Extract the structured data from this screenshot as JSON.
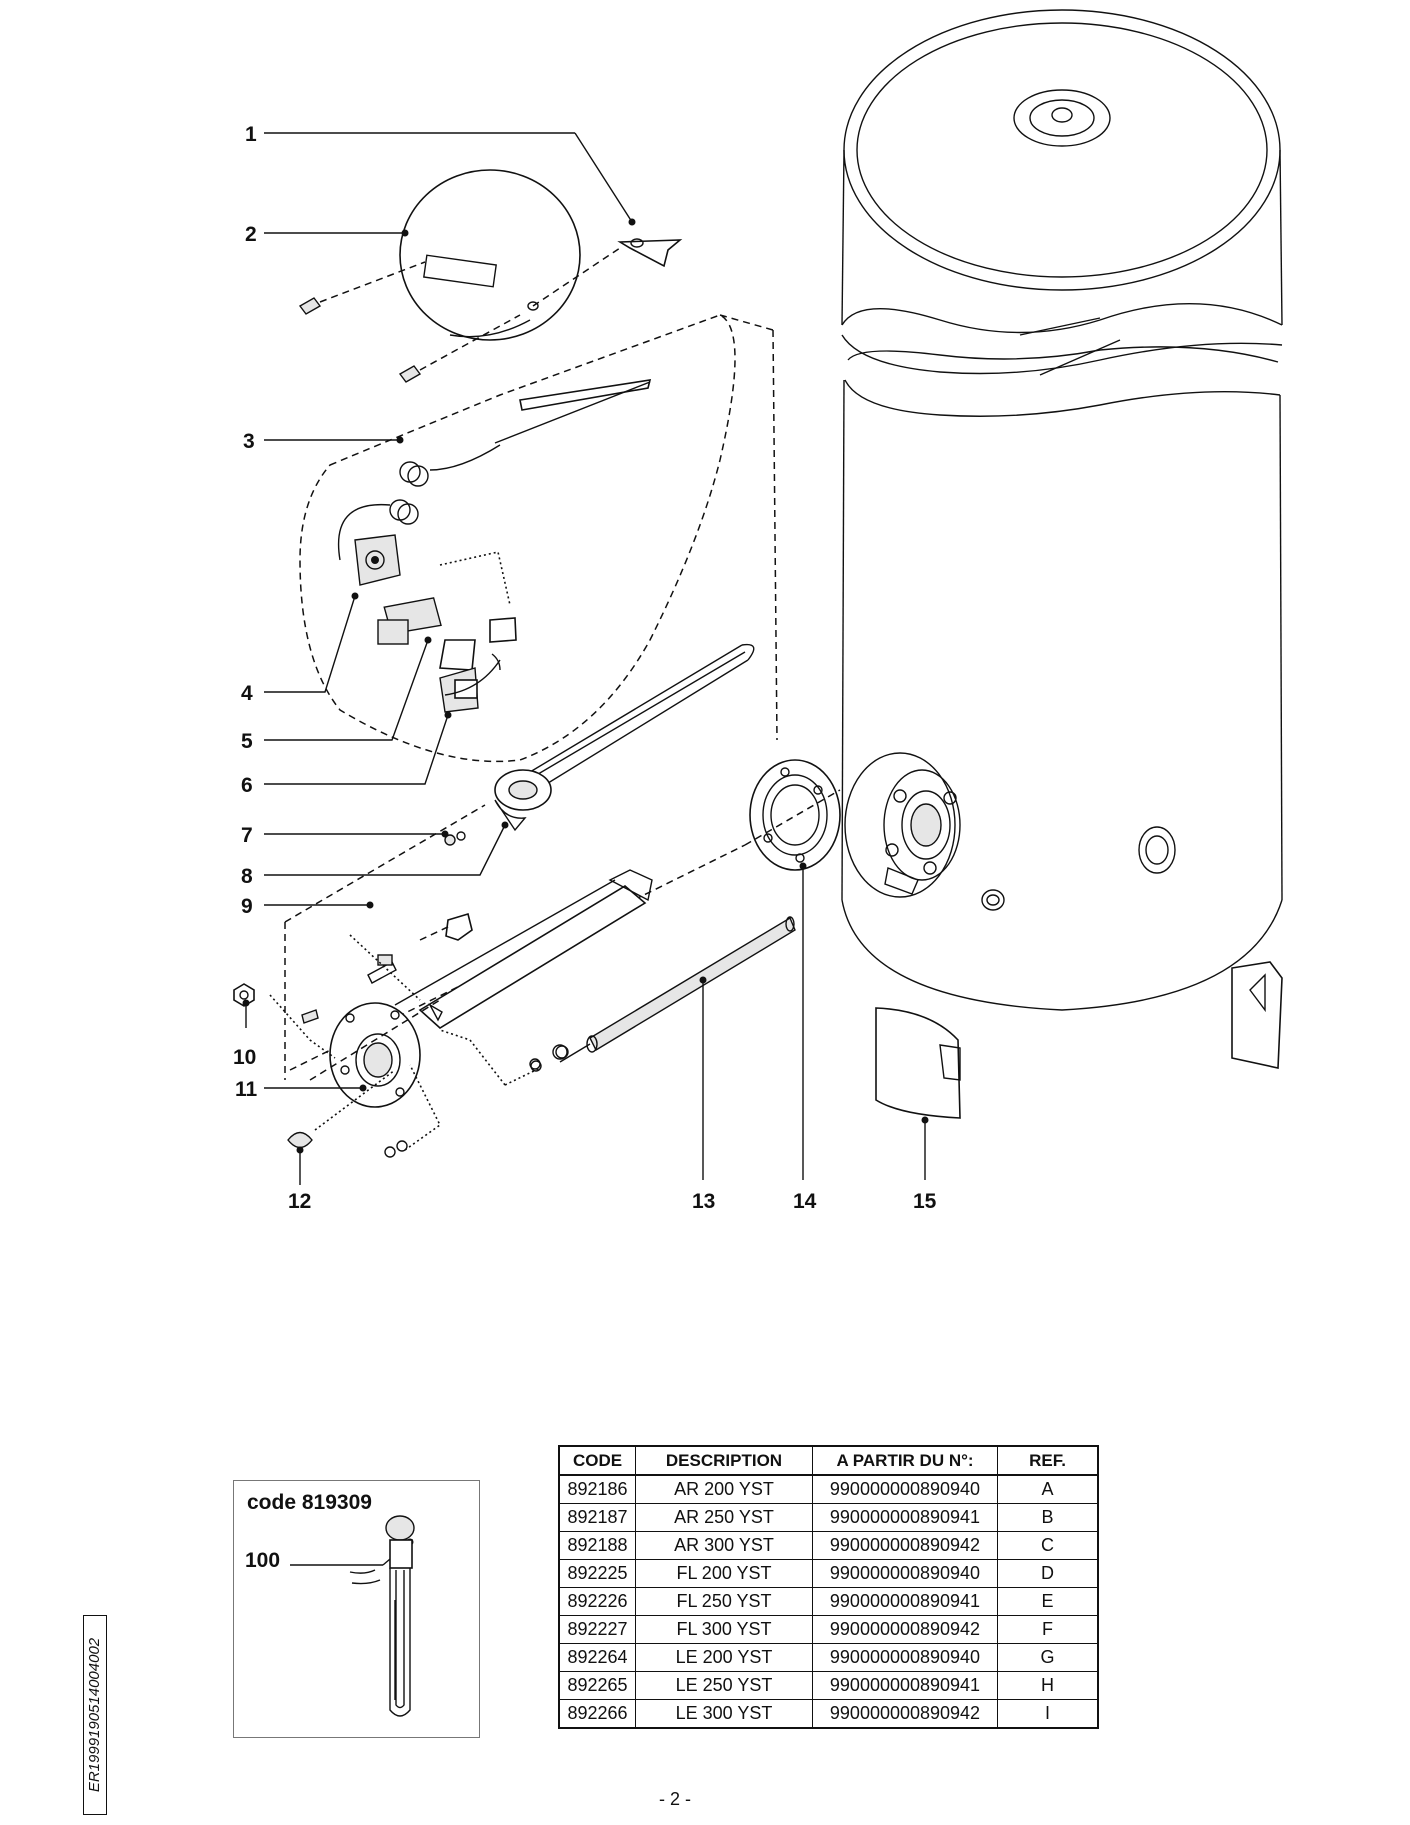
{
  "callouts": [
    "1",
    "2",
    "3",
    "4",
    "5",
    "6",
    "7",
    "8",
    "9",
    "10",
    "11",
    "12",
    "13",
    "14",
    "15"
  ],
  "table": {
    "headers": [
      "CODE",
      "DESCRIPTION",
      "A PARTIR DU N°:",
      "REF."
    ],
    "rows": [
      [
        "892186",
        "AR 200 YST",
        "990000000890940",
        "A"
      ],
      [
        "892187",
        "AR 250 YST",
        "990000000890941",
        "B"
      ],
      [
        "892188",
        "AR 300 YST",
        "990000000890942",
        "C"
      ],
      [
        "892225",
        "FL 200 YST",
        "990000000890940",
        "D"
      ],
      [
        "892226",
        "FL 250 YST",
        "990000000890941",
        "E"
      ],
      [
        "892227",
        "FL 300 YST",
        "990000000890942",
        "F"
      ],
      [
        "892264",
        "LE 200 YST",
        "990000000890940",
        "G"
      ],
      [
        "892265",
        "LE 250 YST",
        "990000000890941",
        "H"
      ],
      [
        "892266",
        "LE 300 YST",
        "990000000890942",
        "I"
      ]
    ]
  },
  "kit": {
    "code_label": "code 819309",
    "callout": "100"
  },
  "doc_ref": "ER1999190514004002",
  "page_number": "- 2 -"
}
